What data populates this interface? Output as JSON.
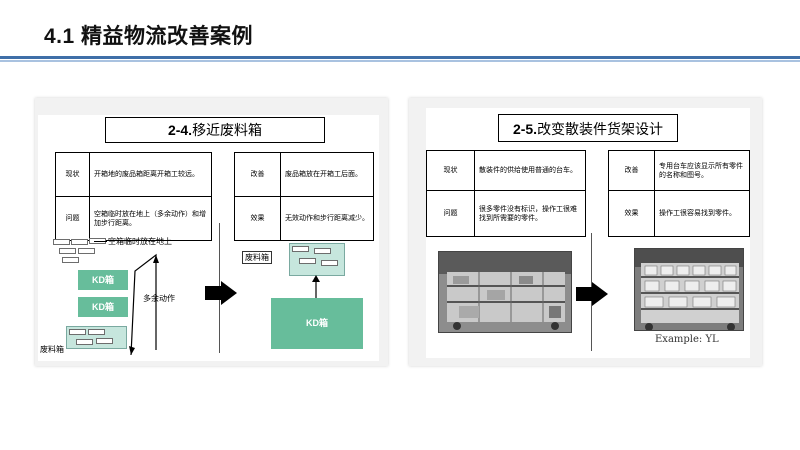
{
  "slide": {
    "title": "4.1 精益物流改善案例"
  },
  "left_case": {
    "number": "2-4.",
    "title": "移近废料箱",
    "rows": [
      {
        "current_label": "现状",
        "current_text": "开箱地的废品箱距离开箱工较远。",
        "improve_label": "改善",
        "improve_text": "废品箱放在开箱工后面。"
      },
      {
        "current_label": "问题",
        "current_text": "空箱临时放在地上（多余动作）和增加步行距离。",
        "improve_label": "效果",
        "improve_text": "无效动作和步行距离减少。"
      }
    ],
    "diagram": {
      "floor_note": "空箱临时放在地上",
      "kd_box_1": "KD箱",
      "kd_box_2": "KD箱",
      "extra_motion": "多余动作",
      "scrap_box_left": "废料箱",
      "scrap_box_right": "废料箱",
      "kd_box_right": "KD箱"
    }
  },
  "right_case": {
    "number": "2-5.",
    "title": "改变散装件货架设计",
    "rows": [
      {
        "current_label": "现状",
        "current_text": "散装件的供给使用普通的台车。",
        "improve_label": "改善",
        "improve_text": "专用台车应该显示所有零件的名称和图号。"
      },
      {
        "current_label": "问题",
        "current_text": "很多零件没有标识，操作工很难找到所需要的零件。",
        "improve_label": "效果",
        "improve_text": "操作工很容易找到零件。"
      }
    ],
    "example_label": "Example: YL"
  },
  "colors": {
    "title_rule": "#3f6fa8",
    "kd_green": "#67bd9b",
    "light_green": "#c6e6dd"
  }
}
